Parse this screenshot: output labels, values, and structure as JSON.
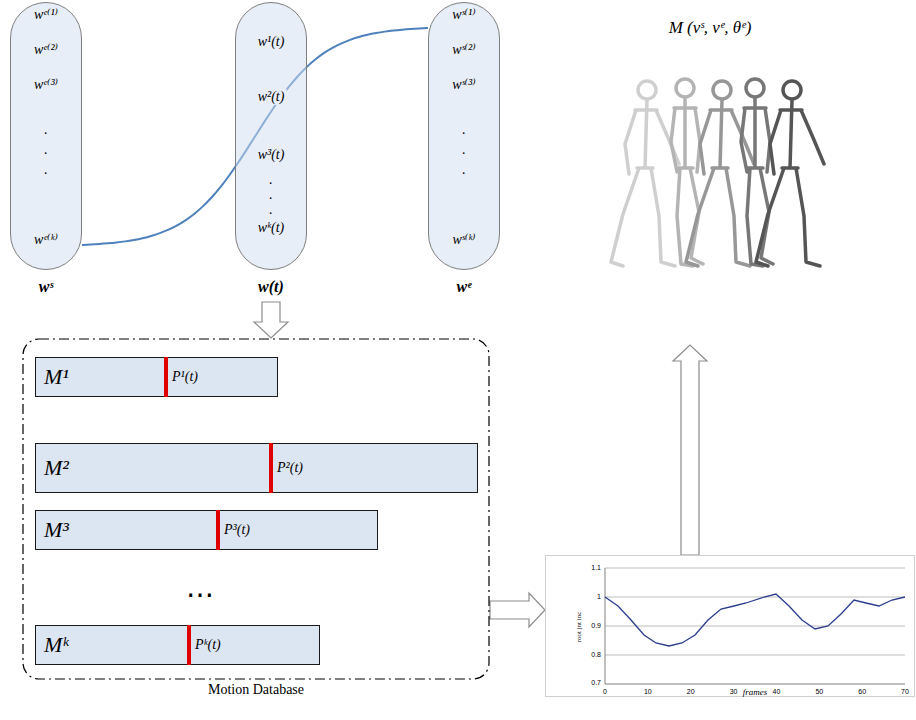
{
  "diagram": {
    "nodes": [
      {
        "text": [
          "wᵉ⁽¹⁾",
          "wᵉ⁽²⁾",
          "wᵉ⁽³⁾",
          ".",
          ".",
          ".",
          "wᵉ⁽ᵏ⁾",
          "wˢ"
        ]
      },
      {
        "text": [
          "w¹(t)",
          "w²(t)",
          "w³(t)",
          ".",
          ".",
          ".",
          "wᵏ(t)",
          "w(t)"
        ]
      },
      {
        "text": [
          "wˢ⁽¹⁾",
          "wˢ⁽²⁾",
          "wˢ⁽³⁾",
          ".",
          ".",
          ".",
          "wˢ⁽ᵏ⁾",
          "wᵉ"
        ]
      },
      {
        "text": [
          "Motion Database"
        ]
      },
      {
        "text": [
          "M¹",
          "P¹(t)"
        ],
        "in": 3
      },
      {
        "text": [
          "M²",
          "P²(t)"
        ],
        "in": 3
      },
      {
        "text": [
          "M³",
          "P³(t)"
        ],
        "in": 3
      },
      {
        "text": [
          "Mᵏ",
          "Pᵏ(t)"
        ],
        "in": 3
      },
      {
        "text": [
          "root jnt inc",
          "frames"
        ]
      },
      {
        "text": [
          "M (vˢ, vᵉ, θᵉ)"
        ]
      }
    ],
    "edges": [
      {
        "from": 0,
        "to": 2,
        "arrow": "none"
      },
      {
        "from": 1,
        "to": 3,
        "arrow": "to"
      },
      {
        "from": 3,
        "to": 8,
        "arrow": "to"
      },
      {
        "from": 8,
        "to": 9,
        "arrow": "to"
      }
    ],
    "labels": [
      "…",
      "0",
      "10",
      "20",
      "30",
      "40",
      "50",
      "60",
      "70",
      "1.1",
      "1",
      "0.9",
      "0.8",
      "0.7"
    ]
  }
}
